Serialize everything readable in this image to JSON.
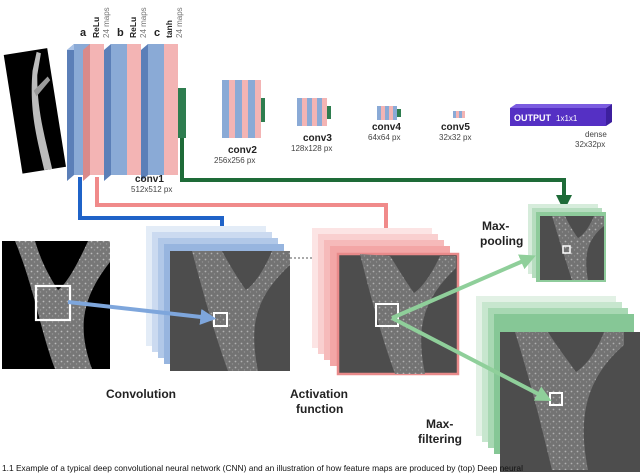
{
  "network": {
    "conv1": {
      "name": "conv1",
      "size": "512x512 px",
      "layers": [
        {
          "letter": "a",
          "activation": "ReLu",
          "maps": "24 maps"
        },
        {
          "letter": "b",
          "activation": "ReLu",
          "maps": "24 maps"
        },
        {
          "letter": "c",
          "activation": "tanh",
          "maps": "24 maps"
        }
      ]
    },
    "conv2": {
      "name": "conv2",
      "size": "256x256 px"
    },
    "conv3": {
      "name": "conv3",
      "size": "128x128 px"
    },
    "conv4": {
      "name": "conv4",
      "size": "64x64 px"
    },
    "conv5": {
      "name": "conv5",
      "size": "32x32 px"
    },
    "output": {
      "label": "OUTPUT",
      "dims": "1x1x1",
      "type": "dense",
      "size": "32x32px"
    }
  },
  "operations": {
    "convolution": "Convolution",
    "activation_line1": "Activation",
    "activation_line2": "function",
    "maxpool_line1": "Max-",
    "maxpool_line2": "pooling",
    "maxfilter_line1": "Max-",
    "maxfilter_line2": "filtering"
  },
  "caption": "1.1  Example of a typical deep convolutional neural network (CNN) and an illustration of how feature maps are produced by (top) Deep neural",
  "colors": {
    "blue": "#8aaad6",
    "blue_edge": "#5b7fb8",
    "pink": "#f3b4b4",
    "pink_edge": "#d98a8a",
    "green": "#2e7d4f",
    "arrow_blue": "#1f63c8",
    "arrow_pink": "#f08a8a",
    "arrow_green": "#1e6b38",
    "output_purple": "#5530c4"
  }
}
